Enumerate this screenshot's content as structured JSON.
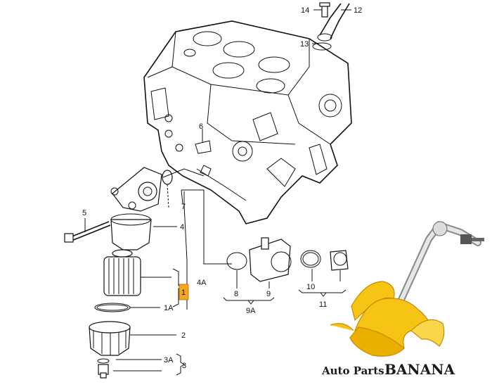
{
  "callouts": {
    "c14": "14",
    "c12": "12",
    "c13": "13",
    "c6": "6",
    "c5": "5",
    "c7": "7",
    "c4": "4",
    "c1": "1",
    "c4A": "4A",
    "c1A": "1A",
    "c2": "2",
    "c3A": "3A",
    "c3": "3",
    "c8": "8",
    "c9": "9",
    "c9A": "9A",
    "c10": "10",
    "c11": "11"
  },
  "brand": {
    "name_prefix": "Auto Parts",
    "name_main": "BANANA"
  },
  "colors": {
    "highlight": "#f5a623",
    "banana_yellow": "#f6c415",
    "banana_dark": "#c98a00",
    "line": "#111111"
  }
}
